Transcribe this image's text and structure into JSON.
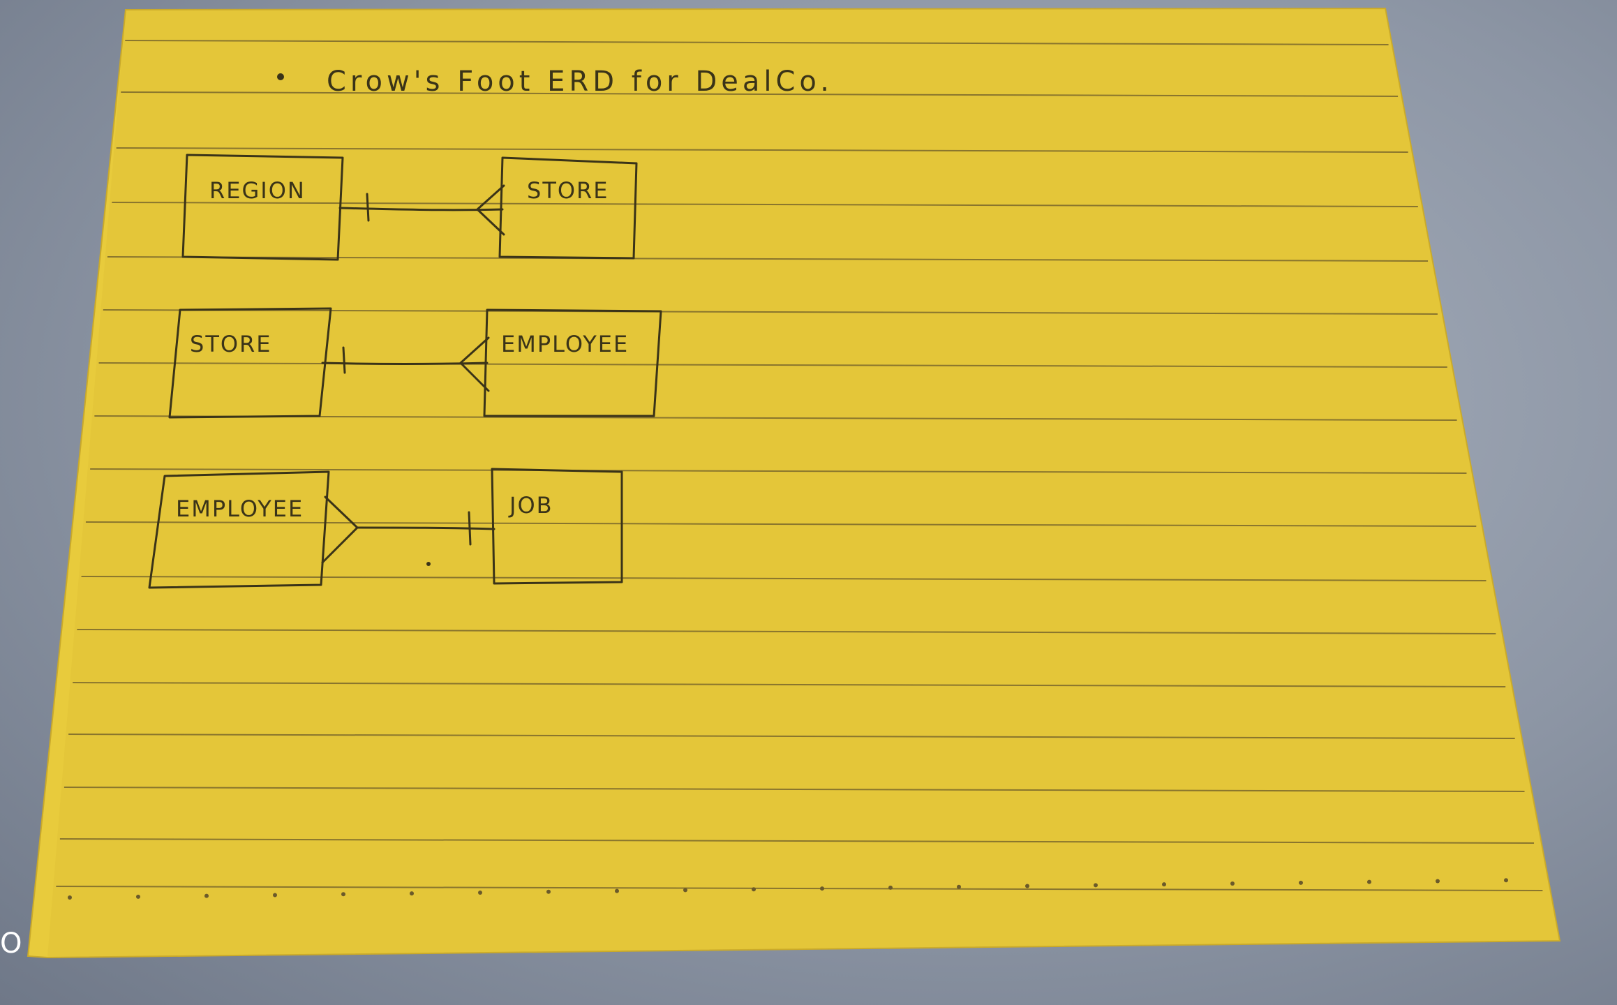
{
  "page": {
    "title": "Crow's Foot ERD for DealCo.",
    "paper_color": "#e8cb3c",
    "ink_color": "#3a3318",
    "corner_mark": "O"
  },
  "relationships": [
    {
      "left_entity": "REGION",
      "right_entity": "STORE",
      "left_end": "one",
      "right_end": "many"
    },
    {
      "left_entity": "STORE",
      "right_entity": "EMPLOYEE",
      "left_end": "one",
      "right_end": "many"
    },
    {
      "left_entity": "EMPLOYEE",
      "right_entity": "JOB",
      "left_end": "many",
      "right_end": "one"
    }
  ]
}
